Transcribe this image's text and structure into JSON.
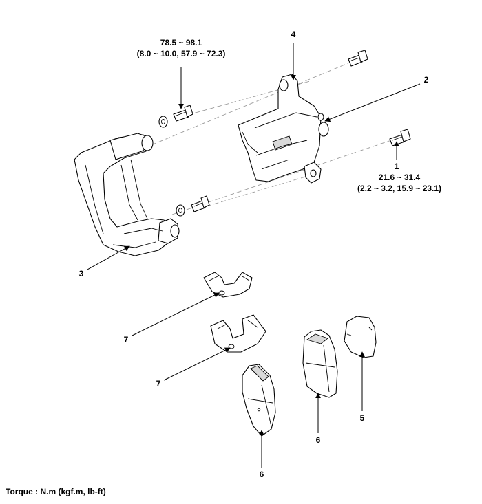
{
  "callouts": {
    "c1": {
      "number": "1",
      "torque_nm": "21.6 ~ 31.4",
      "torque_alt": "(2.2 ~ 3.2, 15.9 ~ 23.1)"
    },
    "c2": {
      "number": "2"
    },
    "c3": {
      "number": "3"
    },
    "c4": {
      "number": "4",
      "torque_nm": "78.5 ~ 98.1",
      "torque_alt": "(8.0 ~ 10.0, 57.9 ~ 72.3)"
    },
    "c5": {
      "number": "5"
    },
    "c6a": {
      "number": "6"
    },
    "c6b": {
      "number": "6"
    },
    "c7a": {
      "number": "7"
    },
    "c7b": {
      "number": "7"
    }
  },
  "footer": {
    "torque_unit_note": "Torque : N.m (kgf.m, lb-ft)"
  }
}
